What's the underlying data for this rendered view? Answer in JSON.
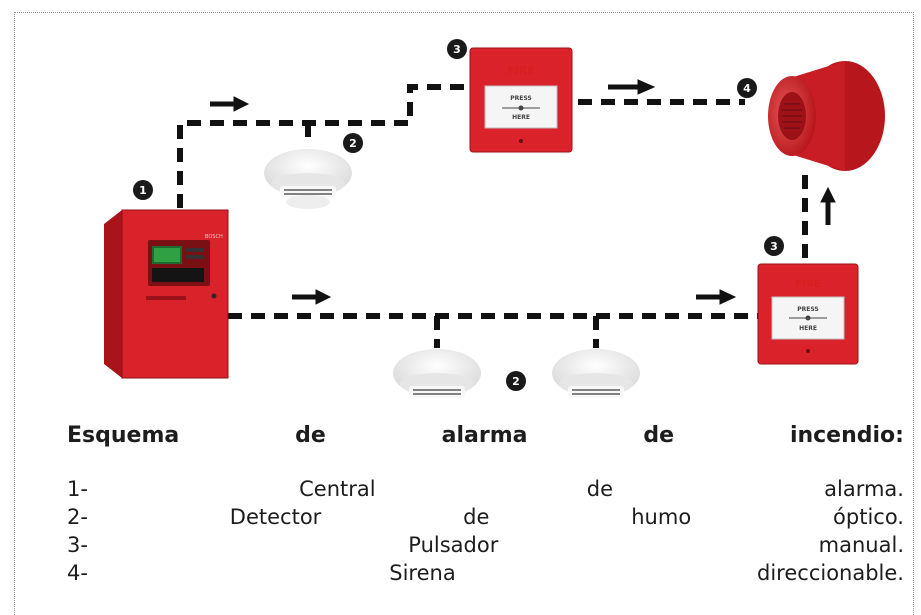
{
  "title": "Esquema de alarma de incendio:",
  "title_words": [
    "Esquema",
    "de",
    "alarma",
    "de",
    "incendio:"
  ],
  "legend": [
    {
      "number": "1-",
      "words": [
        "Central",
        "de",
        "alarma."
      ]
    },
    {
      "number": "2-",
      "words": [
        "Detector",
        "de",
        "humo",
        "óptico."
      ]
    },
    {
      "number": "3-",
      "words": [
        "Pulsador",
        "manual."
      ]
    },
    {
      "number": "4-",
      "words": [
        "Sirena",
        "direccionable."
      ]
    }
  ],
  "diagram": {
    "badges": {
      "panel": "1",
      "detector_top": "2",
      "detector_bottom": "2",
      "call_point_top": "3",
      "call_point_right": "3",
      "siren": "4"
    },
    "call_point": {
      "fire": "FIRE",
      "press": "PRESS",
      "here": "HERE"
    },
    "panel_brand": "BOSCH",
    "colors": {
      "device_red": "#d9222a",
      "wire": "#111111",
      "badge": "#1a1a1a",
      "detector": "#f1f1f1"
    }
  }
}
